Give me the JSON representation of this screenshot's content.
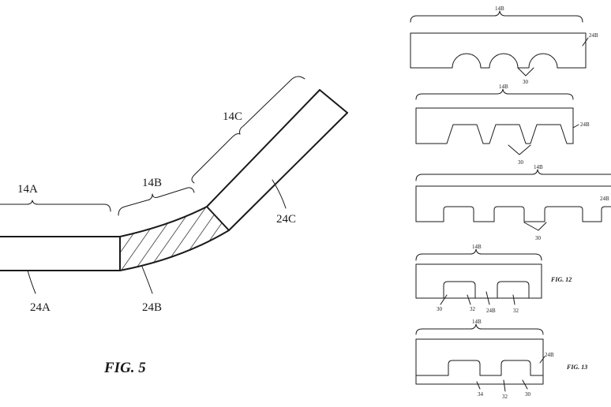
{
  "fig5": {
    "label_14a": "14A",
    "label_14b": "14B",
    "label_14c": "14C",
    "label_24a": "24A",
    "label_24b": "24B",
    "label_24c": "24C",
    "caption": "FIG. 5"
  },
  "panels": [
    {
      "bracket_label": "14B",
      "side_label": "24B",
      "pointer_label": "30"
    },
    {
      "bracket_label": "14B",
      "side_label": "24B",
      "pointer_label": "30"
    },
    {
      "bracket_label": "14B",
      "side_label": "24B",
      "pointer_label": "30"
    },
    {
      "bracket_label": "14B",
      "label_30": "30",
      "label_32a": "32",
      "label_24b": "24B",
      "label_32b": "32",
      "caption": "FIG. 12"
    },
    {
      "bracket_label": "14B",
      "side_label": "24B",
      "label_34": "34",
      "label_32": "32",
      "label_30": "30",
      "caption": "FIG. 13"
    }
  ]
}
